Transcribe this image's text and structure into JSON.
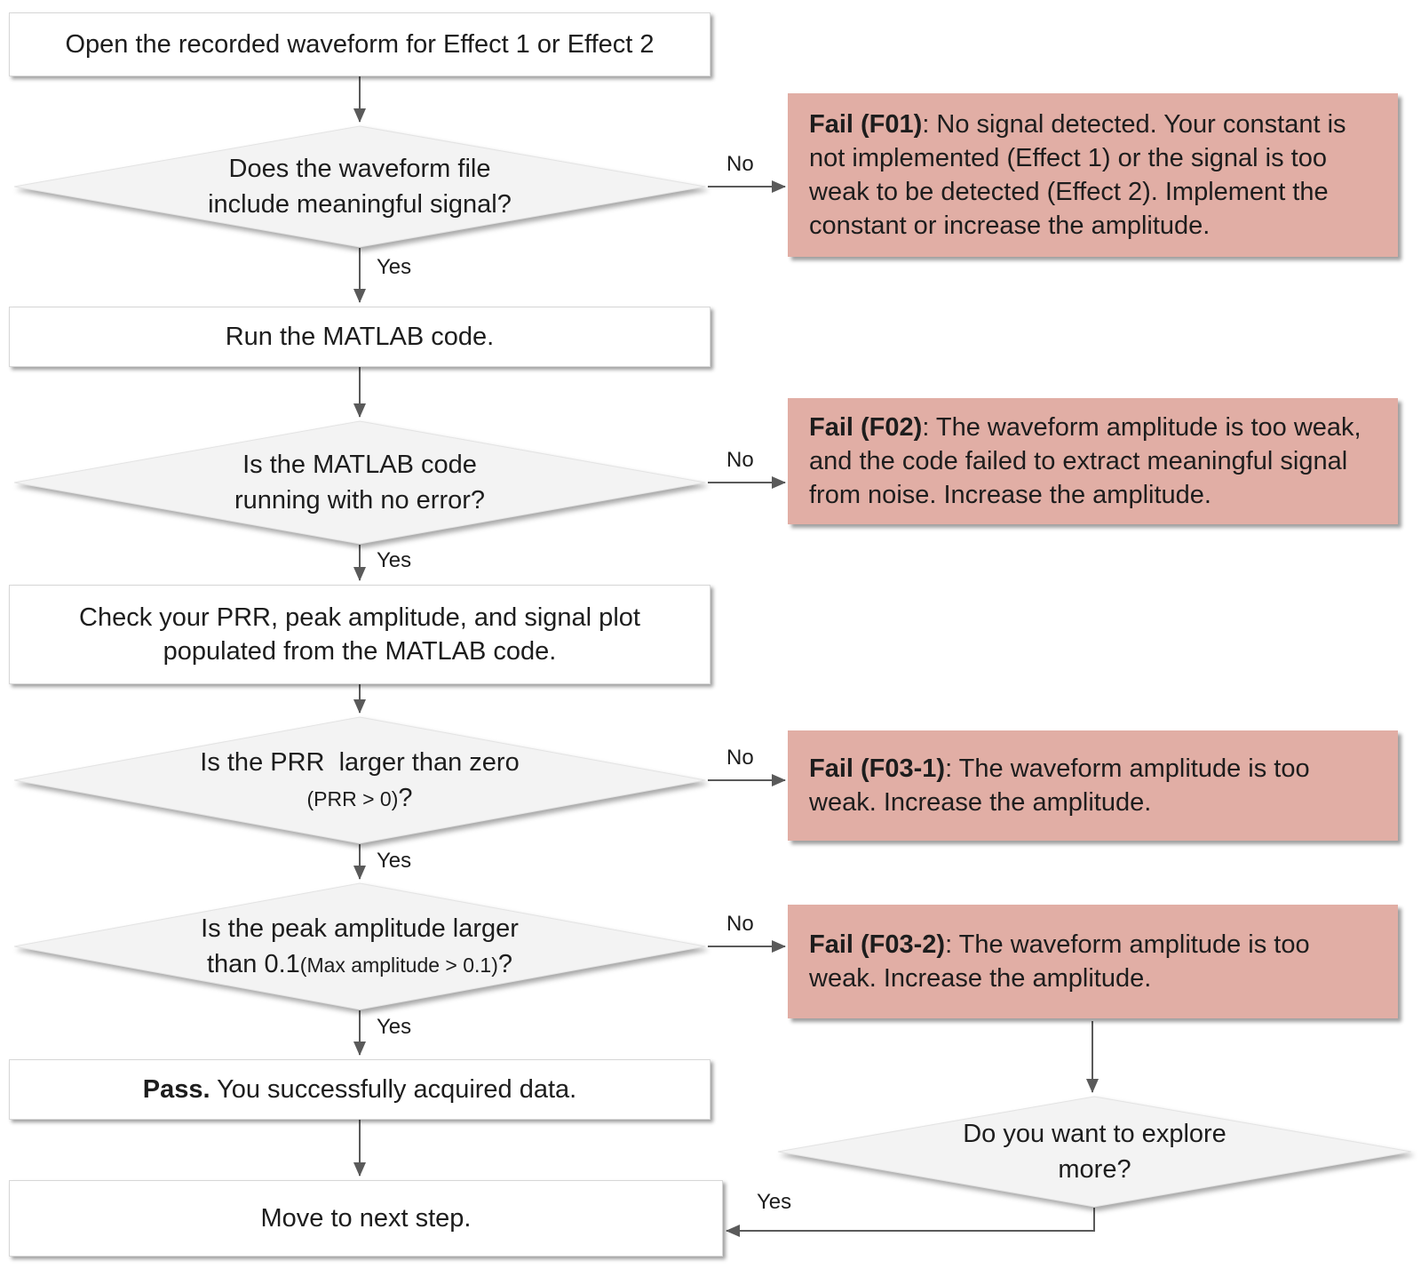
{
  "colors": {
    "fail_box_fill": "#e1aea5",
    "decision_fill": "#f3f3f3",
    "process_fill": "#ffffff",
    "arrow": "#5a5a5a",
    "text": "#1d1d1d"
  },
  "labels": {
    "yes": "Yes",
    "no": "No"
  },
  "process_boxes": {
    "open": {
      "text": "Open the recorded waveform for Effect 1 or Effect 2"
    },
    "run": {
      "text": "Run the MATLAB code."
    },
    "check": {
      "line1": "Check your PRR, peak amplitude, and signal plot",
      "line2": "populated from the MATLAB code."
    },
    "pass": {
      "bold": "Pass.",
      "text": " You successfully acquired data."
    },
    "move": {
      "text": "Move to next step."
    }
  },
  "decisions": {
    "signal": {
      "line1": "Does the waveform file",
      "line2": "include meaningful signal?"
    },
    "matlab": {
      "line1": "Is the MATLAB code",
      "line2": "running with no error?"
    },
    "prr": {
      "line1": "Is the PRR  larger than zero",
      "line2_small": "(PRR > 0)",
      "line2_end": "?"
    },
    "peak": {
      "line1": "Is the peak amplitude larger",
      "line2_start": "than 0.1",
      "line2_small": "(Max amplitude > 0.1)",
      "line2_end": "?"
    },
    "explore": {
      "line1": "Do you want to explore",
      "line2": "more?"
    }
  },
  "fail_boxes": {
    "f01": {
      "label": "Fail (F01)",
      "text": ": No signal detected. Your constant is not implemented (Effect 1) or the signal is too weak to be detected (Effect 2). Implement the constant or increase the amplitude."
    },
    "f02": {
      "label": "Fail (F02)",
      "text": ": The waveform amplitude is too weak, and the code failed to extract meaningful signal from noise. Increase the amplitude."
    },
    "f03_1": {
      "label": "Fail (F03-1)",
      "text": ": The waveform amplitude is too weak. Increase the amplitude."
    },
    "f03_2": {
      "label": "Fail (F03-2)",
      "text": ": The waveform amplitude is too weak. Increase the amplitude."
    }
  }
}
